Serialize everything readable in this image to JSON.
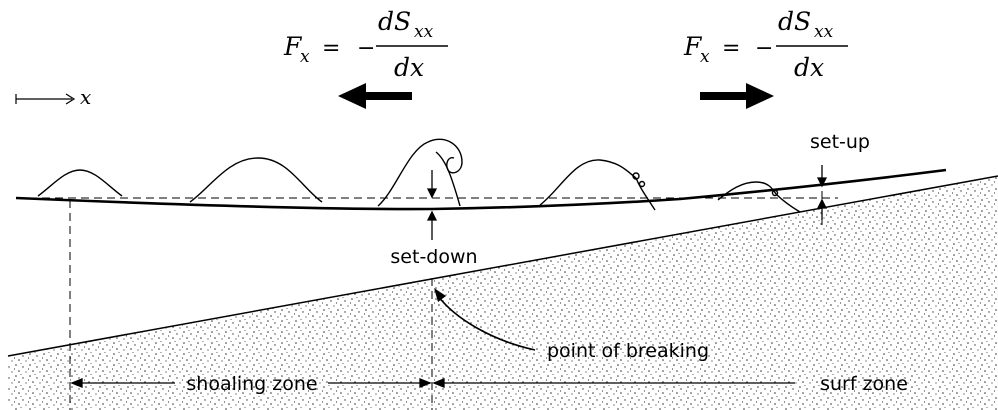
{
  "equations": {
    "left": {
      "lhs_main": "F",
      "lhs_sub": "x",
      "equals": "=",
      "minus": "−",
      "numerator_main": "dS",
      "numerator_sub": "xx",
      "denominator": "dx"
    },
    "right": {
      "lhs_main": "F",
      "lhs_sub": "x",
      "equals": "=",
      "minus": "−",
      "numerator_main": "dS",
      "numerator_sub": "xx",
      "denominator": "dx"
    }
  },
  "axis_label": "x",
  "labels": {
    "set_up": "set-up",
    "set_down": "set-down",
    "point_of_breaking": "point of breaking",
    "shoaling_zone": "shoaling zone",
    "surf_zone": "surf zone"
  },
  "icons": {
    "left_force_arrow": "arrow-left-icon",
    "right_force_arrow": "arrow-right-icon",
    "x_axis_arrow": "arrow-right-thin-icon"
  },
  "colors": {
    "ink": "#000000",
    "sand_dots": "#333333",
    "background": "#ffffff"
  }
}
